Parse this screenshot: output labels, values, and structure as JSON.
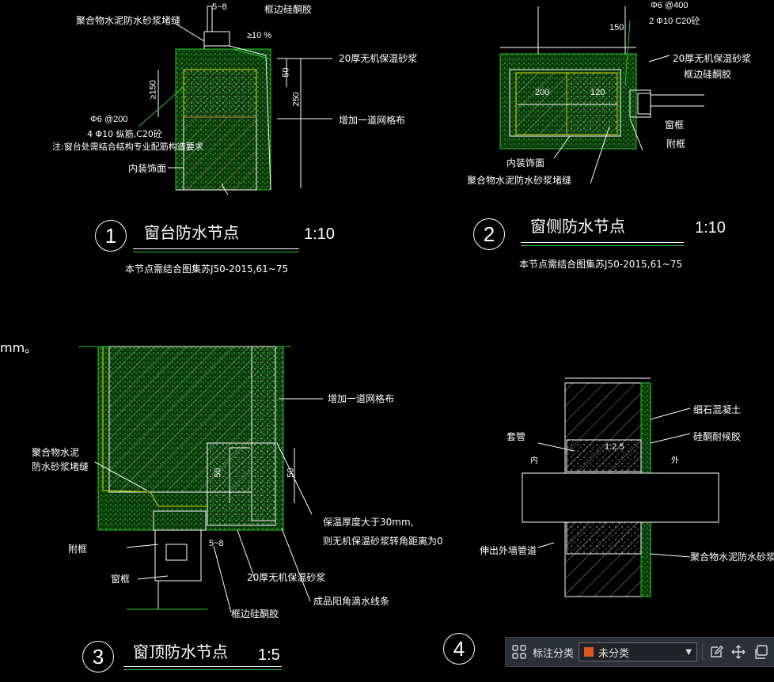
{
  "drawing": {
    "detail1": {
      "number": "1",
      "title": "窗台防水节点",
      "scale": "1:10",
      "note": "本节点需结合图集苏J50-2015,61~75",
      "labels": {
        "seal": "聚合物水泥防水砂浆堵缝",
        "dim_top": "5~8",
        "frame_glue": "框边硅酮胶",
        "slope": "≥10 %",
        "mortar20": "20厚无机保温砂浆",
        "mesh": "增加一道网格布",
        "rebar1": "Φ6 @200",
        "rebar2": "4 Φ10 纵筋,C20砼",
        "note2": "注:窗台处需结合结构专业配筋构造要求",
        "finish": "内装饰面",
        "dim150": "≥150",
        "dim50": "50",
        "dim250": "250"
      }
    },
    "detail2": {
      "number": "2",
      "title": "窗侧防水节点",
      "scale": "1:10",
      "note": "本节点需结合图集苏J50-2015,61~75",
      "labels": {
        "rebar1": "Φ6 @400",
        "rebar2": "2 Φ10  C20砼",
        "dim150": "150",
        "mortar20": "20厚无机保温砂浆",
        "frame_glue": "框边硅酮胶",
        "dim200": "200",
        "dim120": "120",
        "window_frame": "窗框",
        "sub_frame": "附框",
        "finish": "内装饰面",
        "seal": "聚合物水泥防水砂浆堵缝"
      }
    },
    "detail3": {
      "number": "3",
      "title": "窗顶防水节点",
      "scale": "1:5",
      "labels": {
        "unit_fragment": "mm。",
        "mesh": "增加一道网格布",
        "seal_l1": "聚合物水泥",
        "seal_l2": "防水砂浆堵缝",
        "dim50a": "50",
        "dim50b": "50",
        "note_l1": "保温厚度大于30mm,",
        "note_l2": "则无机保温砂浆转角距离为0",
        "sub_frame": "附框",
        "window_frame": "窗框",
        "dim8": "5~8",
        "mortar20": "20厚无机保温砂浆",
        "drip": "成品阳角滴水线条",
        "frame_glue": "框边硅酮胶"
      }
    },
    "detail4": {
      "number": "4",
      "labels": {
        "concrete": "细石混凝土",
        "sleeve": "套管",
        "slope": "1:2.5",
        "silicone": "硅酮耐候胶",
        "inside": "内",
        "outside": "外",
        "pipe": "伸出外墙管道",
        "mortar": "聚合物水泥防水砂浆"
      }
    }
  },
  "toolbar": {
    "label": "标注分类",
    "selected": "未分类",
    "swatch_color": "#e0561c",
    "icons": [
      "grid-icon",
      "edit-icon",
      "move-icon",
      "copy-icon"
    ]
  },
  "colors": {
    "line": "#ffffff",
    "green": "#28c828",
    "yellow": "#d8d800",
    "orange": "#c87a2a",
    "background": "#000000"
  }
}
